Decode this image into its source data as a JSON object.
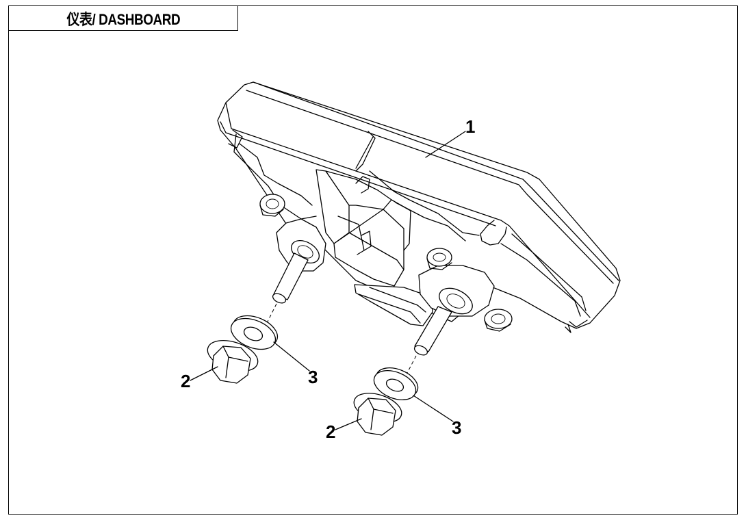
{
  "header": {
    "title": "仪表/ DASHBOARD"
  },
  "callouts": [
    {
      "id": "callout-1",
      "label": "1"
    },
    {
      "id": "callout-2a",
      "label": "2"
    },
    {
      "id": "callout-2b",
      "label": "2"
    },
    {
      "id": "callout-3a",
      "label": "3"
    },
    {
      "id": "callout-3b",
      "label": "3"
    }
  ]
}
